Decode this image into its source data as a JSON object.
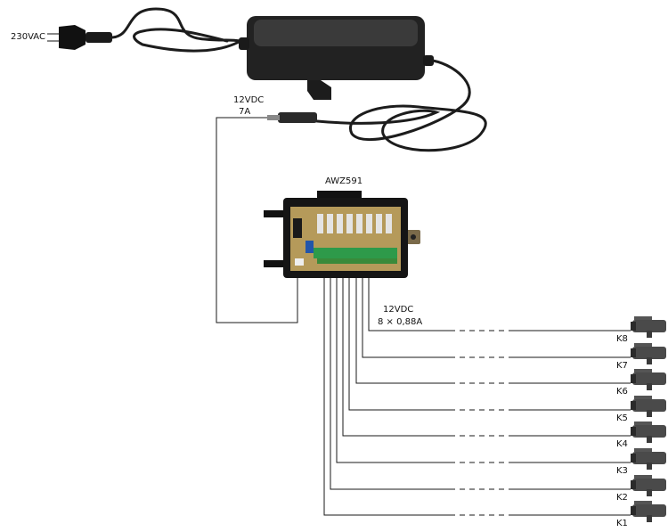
{
  "labels": {
    "mains": "230VAC",
    "psu_out_voltage": "12VDC",
    "psu_out_current": "7A",
    "module": "AWZ591",
    "out_voltage": "12VDC",
    "out_current": "8 × 0,88A"
  },
  "cameras": [
    "K8",
    "K7",
    "K6",
    "K5",
    "K4",
    "K3",
    "K2",
    "K1"
  ],
  "icons": {
    "plug": "power-plug-icon",
    "adapter": "power-adapter-icon",
    "module": "fuse-module-icon",
    "camera": "cctv-camera-icon"
  },
  "colors": {
    "wire": "#1a1a1a",
    "adapter": "#222222",
    "terminal": "#2e9a4a",
    "board": "#b59a5a"
  }
}
